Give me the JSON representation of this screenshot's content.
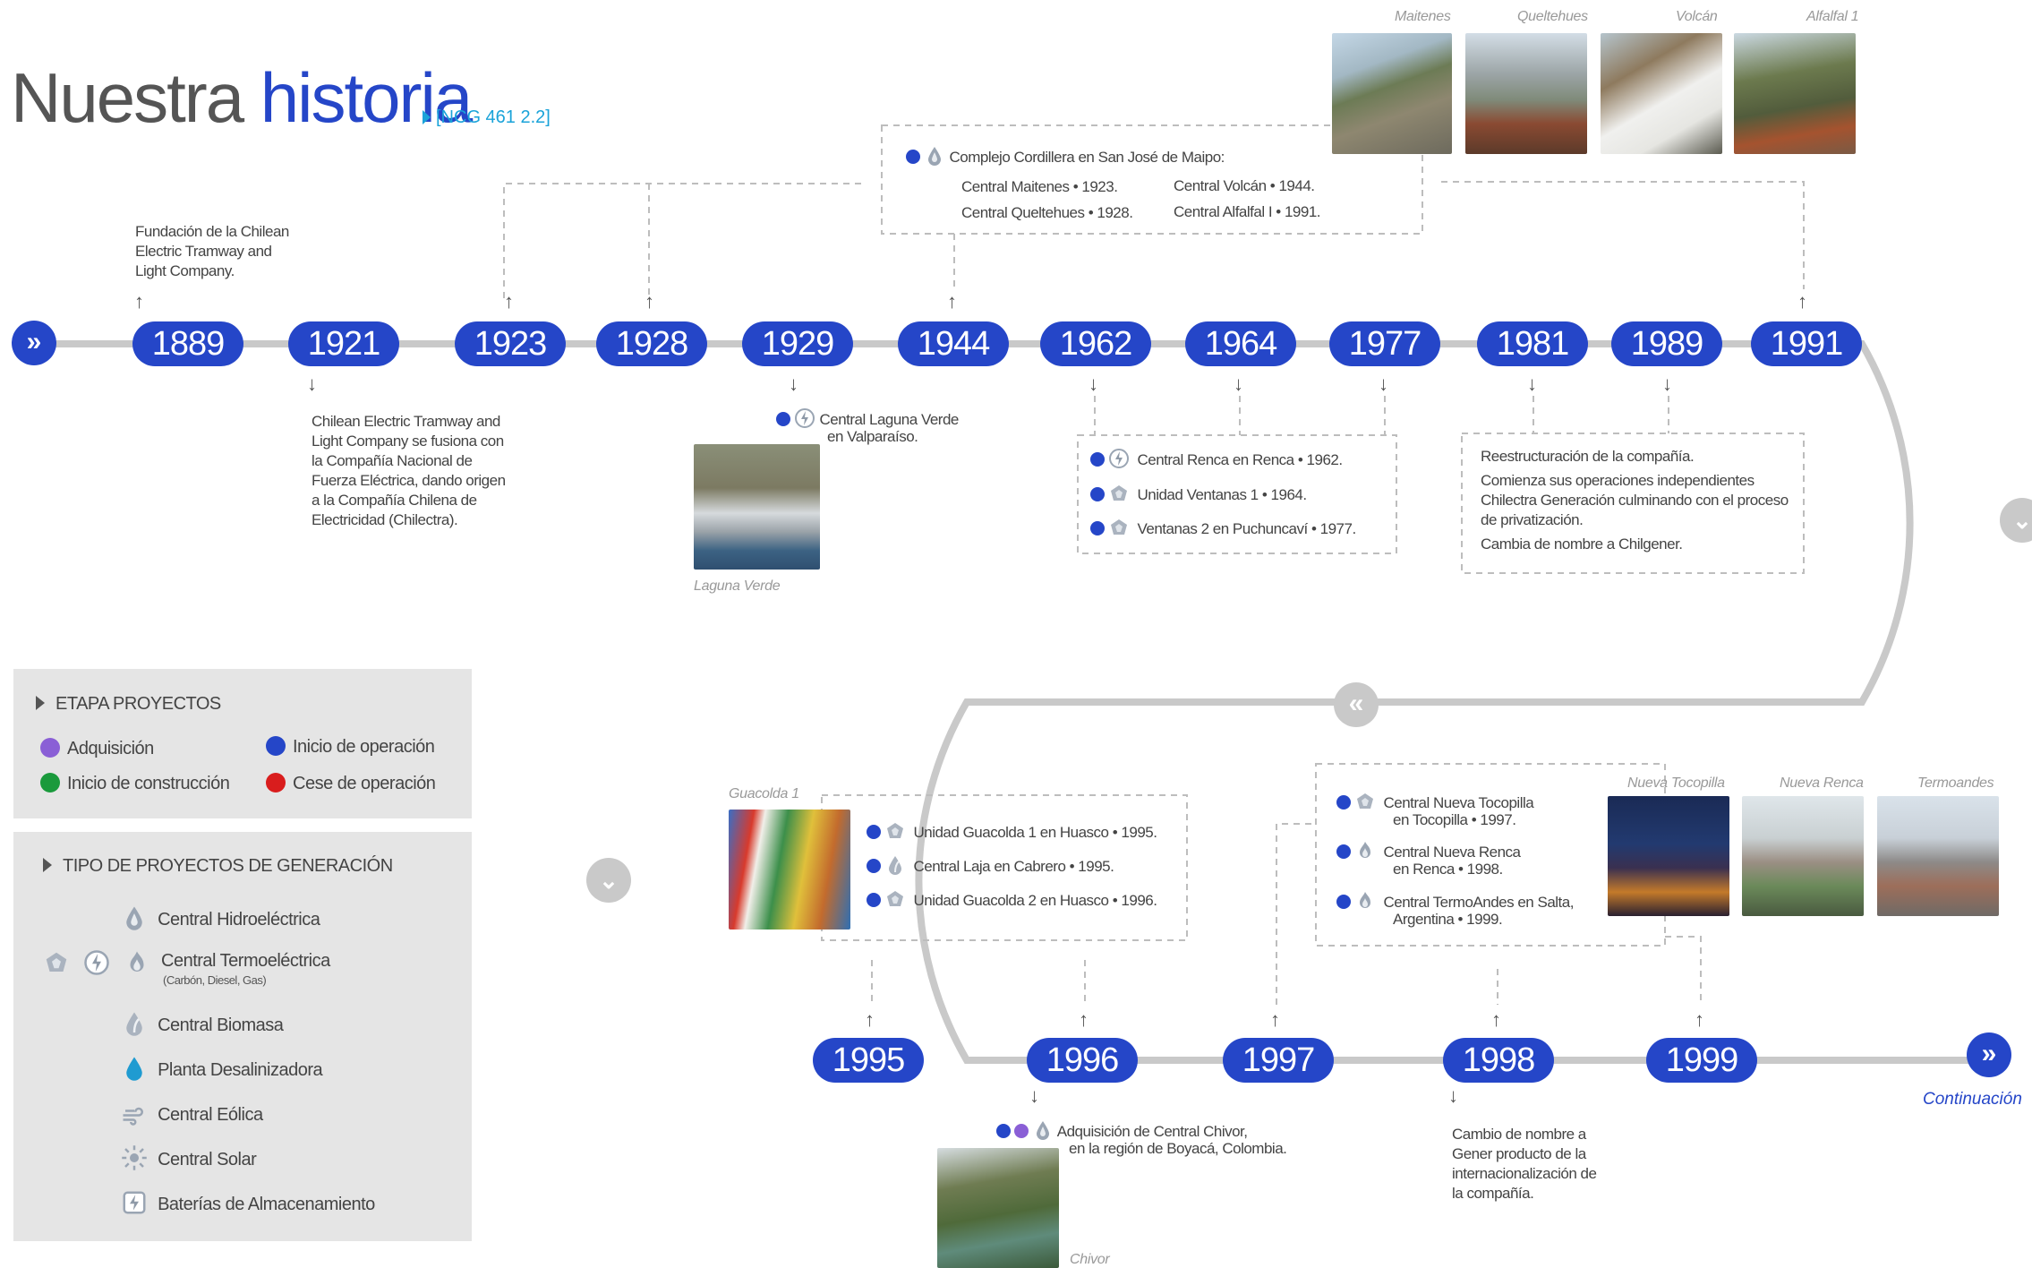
{
  "header": {
    "title_light": "Nuestra",
    "title_bold": "historia",
    "reference": "[NCG 461 2.2]"
  },
  "timeline_top": [
    "1889",
    "1921",
    "1923",
    "1928",
    "1929",
    "1944",
    "1962",
    "1964",
    "1977",
    "1981",
    "1989",
    "1991"
  ],
  "timeline_bottom": [
    "1995",
    "1996",
    "1997",
    "1998",
    "1999"
  ],
  "events": {
    "y1889": [
      "Fundación de la Chilean",
      "Electric Tramway and",
      "Light Company."
    ],
    "y1921": [
      "Chilean Electric Tramway and",
      "Light Company se fusiona con",
      "la Compañía Nacional de",
      "Fuerza Eléctrica, dando origen",
      "a la Compañía Chilena de",
      "Electricidad (Chilectra)."
    ],
    "cordillera_title": "Complejo Cordillera en San José de Maipo:",
    "cordillera_items": [
      "Central Maitenes • 1923.",
      "Central Queltehues • 1928.",
      "Central Volcán • 1944.",
      "Central Alfalfal I • 1991."
    ],
    "y1929": [
      "Central Laguna Verde",
      "en Valparaíso."
    ],
    "group_1962": [
      "Central Renca en Renca • 1962.",
      "Unidad Ventanas 1 • 1964.",
      "Ventanas 2 en Puchuncaví • 1977."
    ],
    "group_1981": [
      "Reestructuración de la compañía.",
      "Comienza sus operaciones independientes",
      "Chilectra Generación culminando con el proceso",
      "de privatización.",
      "Cambia de nombre a Chilgener."
    ],
    "group_1995": [
      "Unidad Guacolda 1 en Huasco • 1995.",
      "Central Laja en Cabrero • 1995.",
      "Unidad Guacolda 2 en Huasco • 1996."
    ],
    "y1996": [
      "Adquisición de Central Chivor,",
      "en la región de Boyacá, Colombia."
    ],
    "group_1997": [
      "Central Nueva Tocopilla",
      "en Tocopilla • 1997.",
      "Central Nueva Renca",
      "en Renca • 1998.",
      "Central TermoAndes en Salta,",
      "Argentina • 1999."
    ],
    "y1998": [
      "Cambio de nombre a",
      "Gener producto de la",
      "internacionalización de",
      "la compañía."
    ]
  },
  "photos": {
    "top": [
      "Maitenes",
      "Queltehues",
      "Volcán",
      "Alfalfal 1"
    ],
    "laguna": "Laguna Verde",
    "guacolda": "Guacolda 1",
    "chivor": "Chivor",
    "right": [
      "Nueva Tocopilla",
      "Nueva Renca",
      "Termoandes"
    ]
  },
  "continuation": "Continuación",
  "legend_stage": {
    "title": "ETAPA PROYECTOS",
    "items": [
      "Adquisición",
      "Inicio de operación",
      "Inicio de construcción",
      "Cese de operación"
    ]
  },
  "legend_type": {
    "title": "TIPO DE PROYECTOS DE GENERACIÓN",
    "items": [
      "Central Hidroeléctrica",
      "Central Termoeléctrica",
      "(Carbón, Diesel, Gas)",
      "Central Biomasa",
      "Planta Desalinizadora",
      "Central Eólica",
      "Central Solar",
      "Baterías de Almacenamiento"
    ]
  },
  "colors": {
    "accent": "#2546c8",
    "acquisition": "#8a5fd6",
    "construction": "#1a9a3c",
    "shutdown": "#d91d1d",
    "timeline_grey": "#c9c9c9"
  },
  "icons": [
    "hydro-icon",
    "thermo-icon",
    "biomass-icon",
    "desalination-icon",
    "wind-icon",
    "solar-icon",
    "battery-icon"
  ]
}
